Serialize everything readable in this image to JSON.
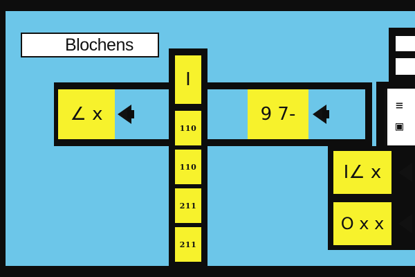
{
  "title": "Blochens",
  "column": {
    "top": "I",
    "cells": [
      "110",
      "110",
      "211",
      "211"
    ]
  },
  "tiles": {
    "left": "∠ x",
    "middle": "9 7-",
    "right_upper": "I∠ x",
    "right_lower": "O x x"
  },
  "side_panel": {
    "line1": "≡",
    "line2": "▣"
  },
  "colors": {
    "background": "#6cc6e9",
    "tile": "#f7f22c",
    "frame": "#0d0d0d"
  }
}
